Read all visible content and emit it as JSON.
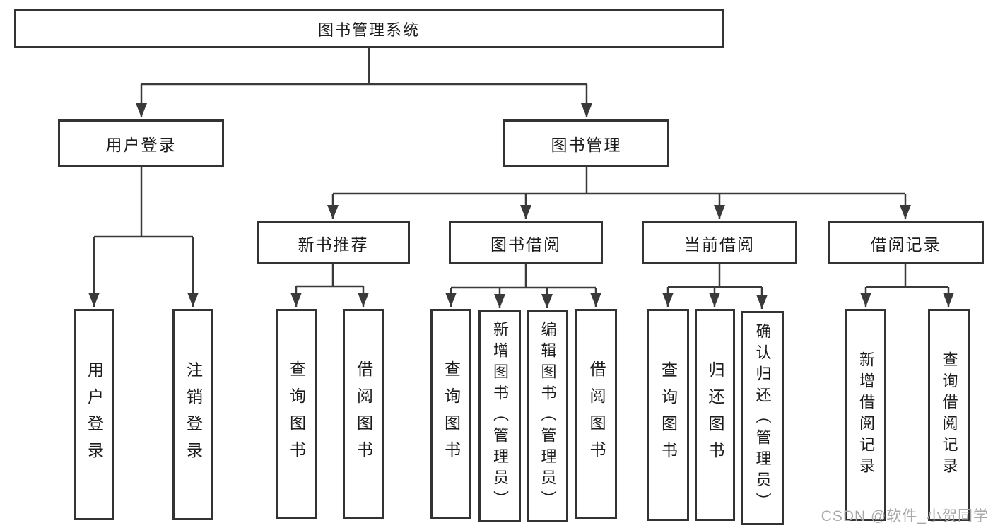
{
  "diagram": {
    "type": "hierarchy-tree",
    "root": {
      "label": "图书管理系统"
    },
    "branches": [
      {
        "id": "user-login-branch",
        "label": "用户登录"
      },
      {
        "id": "book-management-branch",
        "label": "图书管理"
      }
    ],
    "sections": [
      {
        "id": "new-book-recommend",
        "label": "新书推荐",
        "parent": "图书管理"
      },
      {
        "id": "book-borrowing",
        "label": "图书借阅",
        "parent": "图书管理"
      },
      {
        "id": "current-borrowing",
        "label": "当前借阅",
        "parent": "图书管理"
      },
      {
        "id": "borrowing-records",
        "label": "借阅记录",
        "parent": "图书管理"
      }
    ],
    "leaves": [
      {
        "id": "user-login",
        "label": "用户登录",
        "parent": "用户登录"
      },
      {
        "id": "logout",
        "label": "注销登录",
        "parent": "用户登录"
      },
      {
        "id": "query-books-recommend",
        "label": "查询图书",
        "parent": "新书推荐"
      },
      {
        "id": "borrow-books-recommend",
        "label": "借阅图书",
        "parent": "新书推荐"
      },
      {
        "id": "query-books-borrowing",
        "label": "查询图书",
        "parent": "图书借阅"
      },
      {
        "id": "add-books-admin",
        "label": "新增图书（管理员）",
        "parent": "图书借阅"
      },
      {
        "id": "edit-books-admin",
        "label": "编辑图书（管理员）",
        "parent": "图书借阅"
      },
      {
        "id": "borrow-books-borrowing",
        "label": "借阅图书",
        "parent": "图书借阅"
      },
      {
        "id": "query-books-current",
        "label": "查询图书",
        "parent": "当前借阅"
      },
      {
        "id": "return-books",
        "label": "归还图书",
        "parent": "当前借阅"
      },
      {
        "id": "confirm-return-admin",
        "label": "确认归还（管理员）",
        "parent": "当前借阅"
      },
      {
        "id": "add-borrow-record",
        "label": "新增借阅记录",
        "parent": "借阅记录"
      },
      {
        "id": "query-borrow-record",
        "label": "查询借阅记录",
        "parent": "借阅记录"
      }
    ],
    "colors": {
      "line": "#3a3a3a",
      "box_border": "#333333",
      "box_fill": "#ffffff",
      "text": "#1c1c1c",
      "background": "#ffffff",
      "watermark": "#a9a9a9"
    }
  },
  "watermark": {
    "text": "CSDN @软件_小贺同学"
  }
}
